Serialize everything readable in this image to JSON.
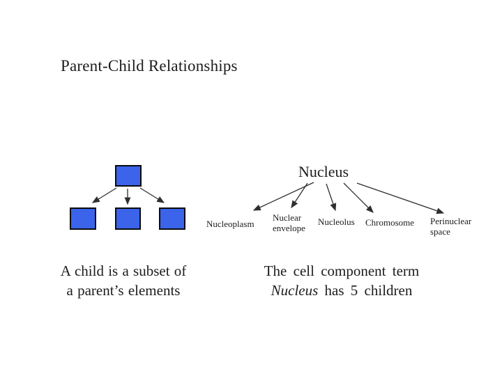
{
  "slide": {
    "title": "Parent-Child Relationships"
  },
  "left_diagram": {
    "caption": {
      "line1": "A child is a subset of",
      "line2": "a parent’s elements"
    }
  },
  "right_diagram": {
    "root_label": "Nucleus",
    "child_labels": [
      "Nucleoplasm",
      "Nuclear envelope",
      "Nucleolus",
      "Chromosome",
      "Perinuclear space"
    ],
    "caption": {
      "line1": "The cell component term",
      "line2_italic": "Nucleus",
      "line2_rest": " has 5 children"
    }
  },
  "colors": {
    "node_fill": "#3b64eb",
    "node_border": "#0b0b0b",
    "arrow": "#2f2f2f",
    "text": "#1c1c1c"
  }
}
